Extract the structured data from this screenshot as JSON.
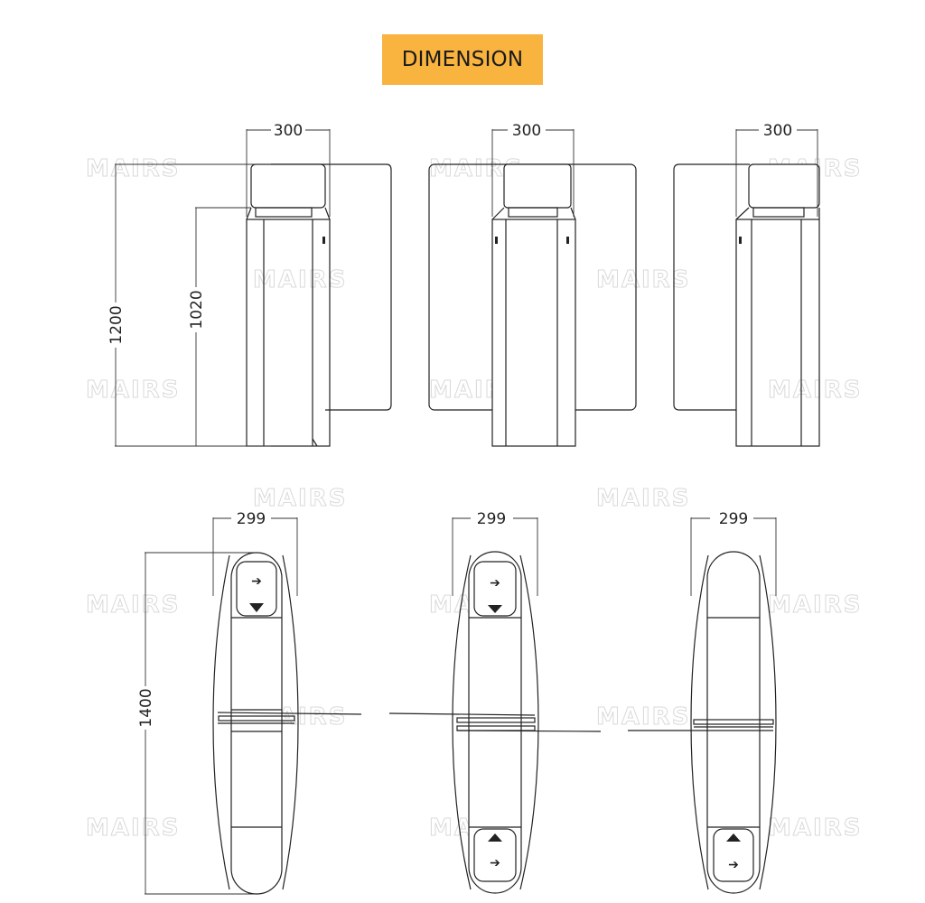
{
  "title": "DIMENSION",
  "watermark": "MAIRS",
  "dimensions": {
    "top_width": "300",
    "top_height_total": "1200",
    "top_height_body": "1020",
    "plan_width": "299",
    "plan_length": "1400"
  },
  "colors": {
    "title_bg": "#f9b33f",
    "line": "#222222",
    "watermark": "#d9d9d9"
  }
}
